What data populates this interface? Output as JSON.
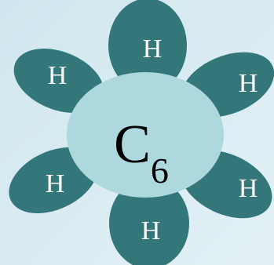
{
  "molecule": {
    "core_element": "C",
    "core_subscript": "6",
    "petals": [
      {
        "label": "H"
      },
      {
        "label": "H"
      },
      {
        "label": "H"
      },
      {
        "label": "H"
      },
      {
        "label": "H"
      },
      {
        "label": "H"
      }
    ]
  },
  "colors": {
    "background": "#d5eaf1",
    "petal_fill": "#33777a",
    "core_fill": "#acd8de",
    "core_text": "#000000",
    "petal_text": "#ffffff"
  }
}
